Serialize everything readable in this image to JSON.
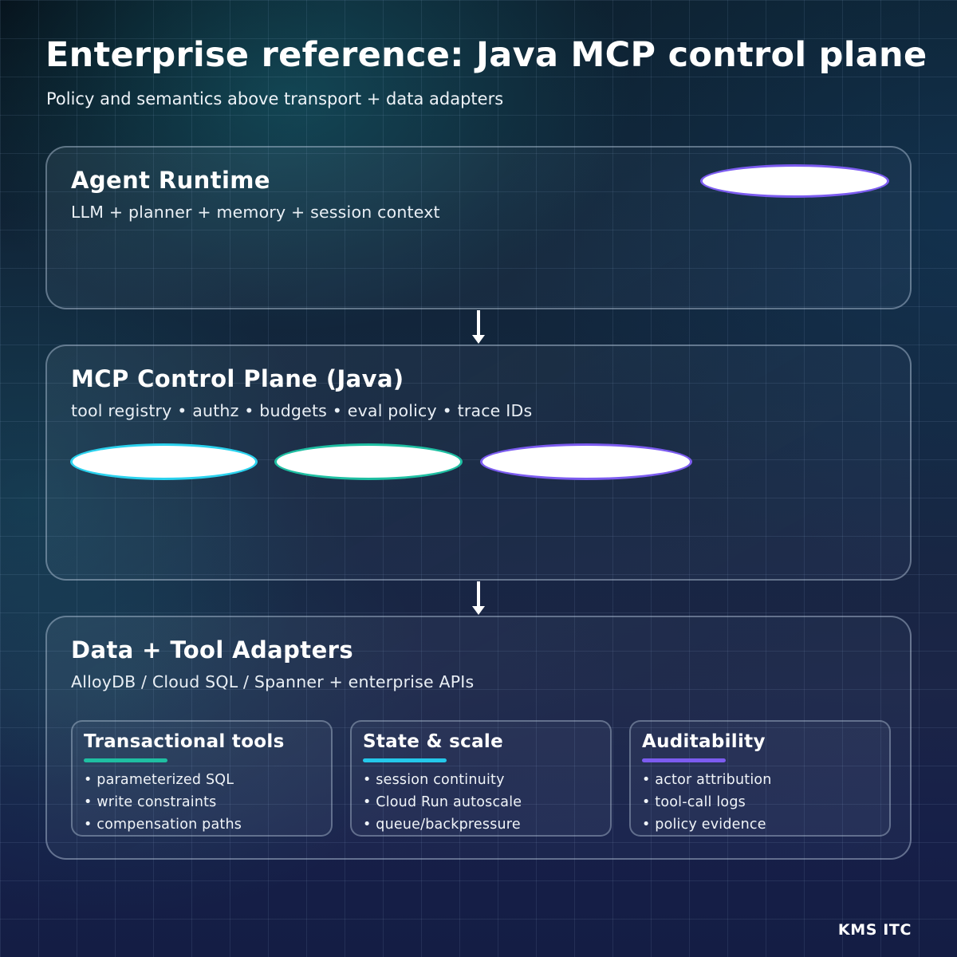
{
  "page": {
    "title": "Enterprise reference: Java MCP control plane",
    "subtitle": "Policy and semantics above transport + data adapters",
    "footer": "KMS ITC"
  },
  "colors": {
    "teal_accent": "#1fbfa2",
    "cyan_accent": "#24c8ea",
    "purple_accent": "#7c5cf0",
    "node_fill": "#ffffff",
    "card_border": "rgba(196,213,230,0.4)"
  },
  "layers": [
    {
      "title": "Agent Runtime",
      "subtitle": "LLM + planner + memory + session context",
      "nodes": [
        {
          "shape": "ellipse",
          "border_color": "#7c5cf0",
          "fill": "#ffffff"
        }
      ]
    },
    {
      "title": "MCP Control Plane (Java)",
      "subtitle": "tool registry • authz • budgets • eval policy • trace IDs",
      "nodes": [
        {
          "shape": "ellipse",
          "border_color": "#2bd2ee",
          "fill": "#ffffff"
        },
        {
          "shape": "ellipse",
          "border_color": "#1fbfa2",
          "fill": "#ffffff"
        },
        {
          "shape": "ellipse",
          "border_color": "#7c5cf0",
          "fill": "#ffffff"
        }
      ]
    },
    {
      "title": "Data + Tool Adapters",
      "subtitle": "AlloyDB / Cloud SQL / Spanner + enterprise APIs",
      "cards": [
        {
          "title": "Transactional tools",
          "accent_color": "#1fbfa2",
          "items": [
            "• parameterized SQL",
            "• write constraints",
            "• compensation paths"
          ]
        },
        {
          "title": "State & scale",
          "accent_color": "#24c8ea",
          "items": [
            "• session continuity",
            "• Cloud Run autoscale",
            "• queue/backpressure"
          ]
        },
        {
          "title": "Auditability",
          "accent_color": "#7c5cf0",
          "items": [
            "• actor attribution",
            "• tool-call logs",
            "• policy evidence"
          ]
        }
      ]
    }
  ],
  "connectors": [
    {
      "type": "arrow-down"
    },
    {
      "type": "arrow-down"
    }
  ]
}
